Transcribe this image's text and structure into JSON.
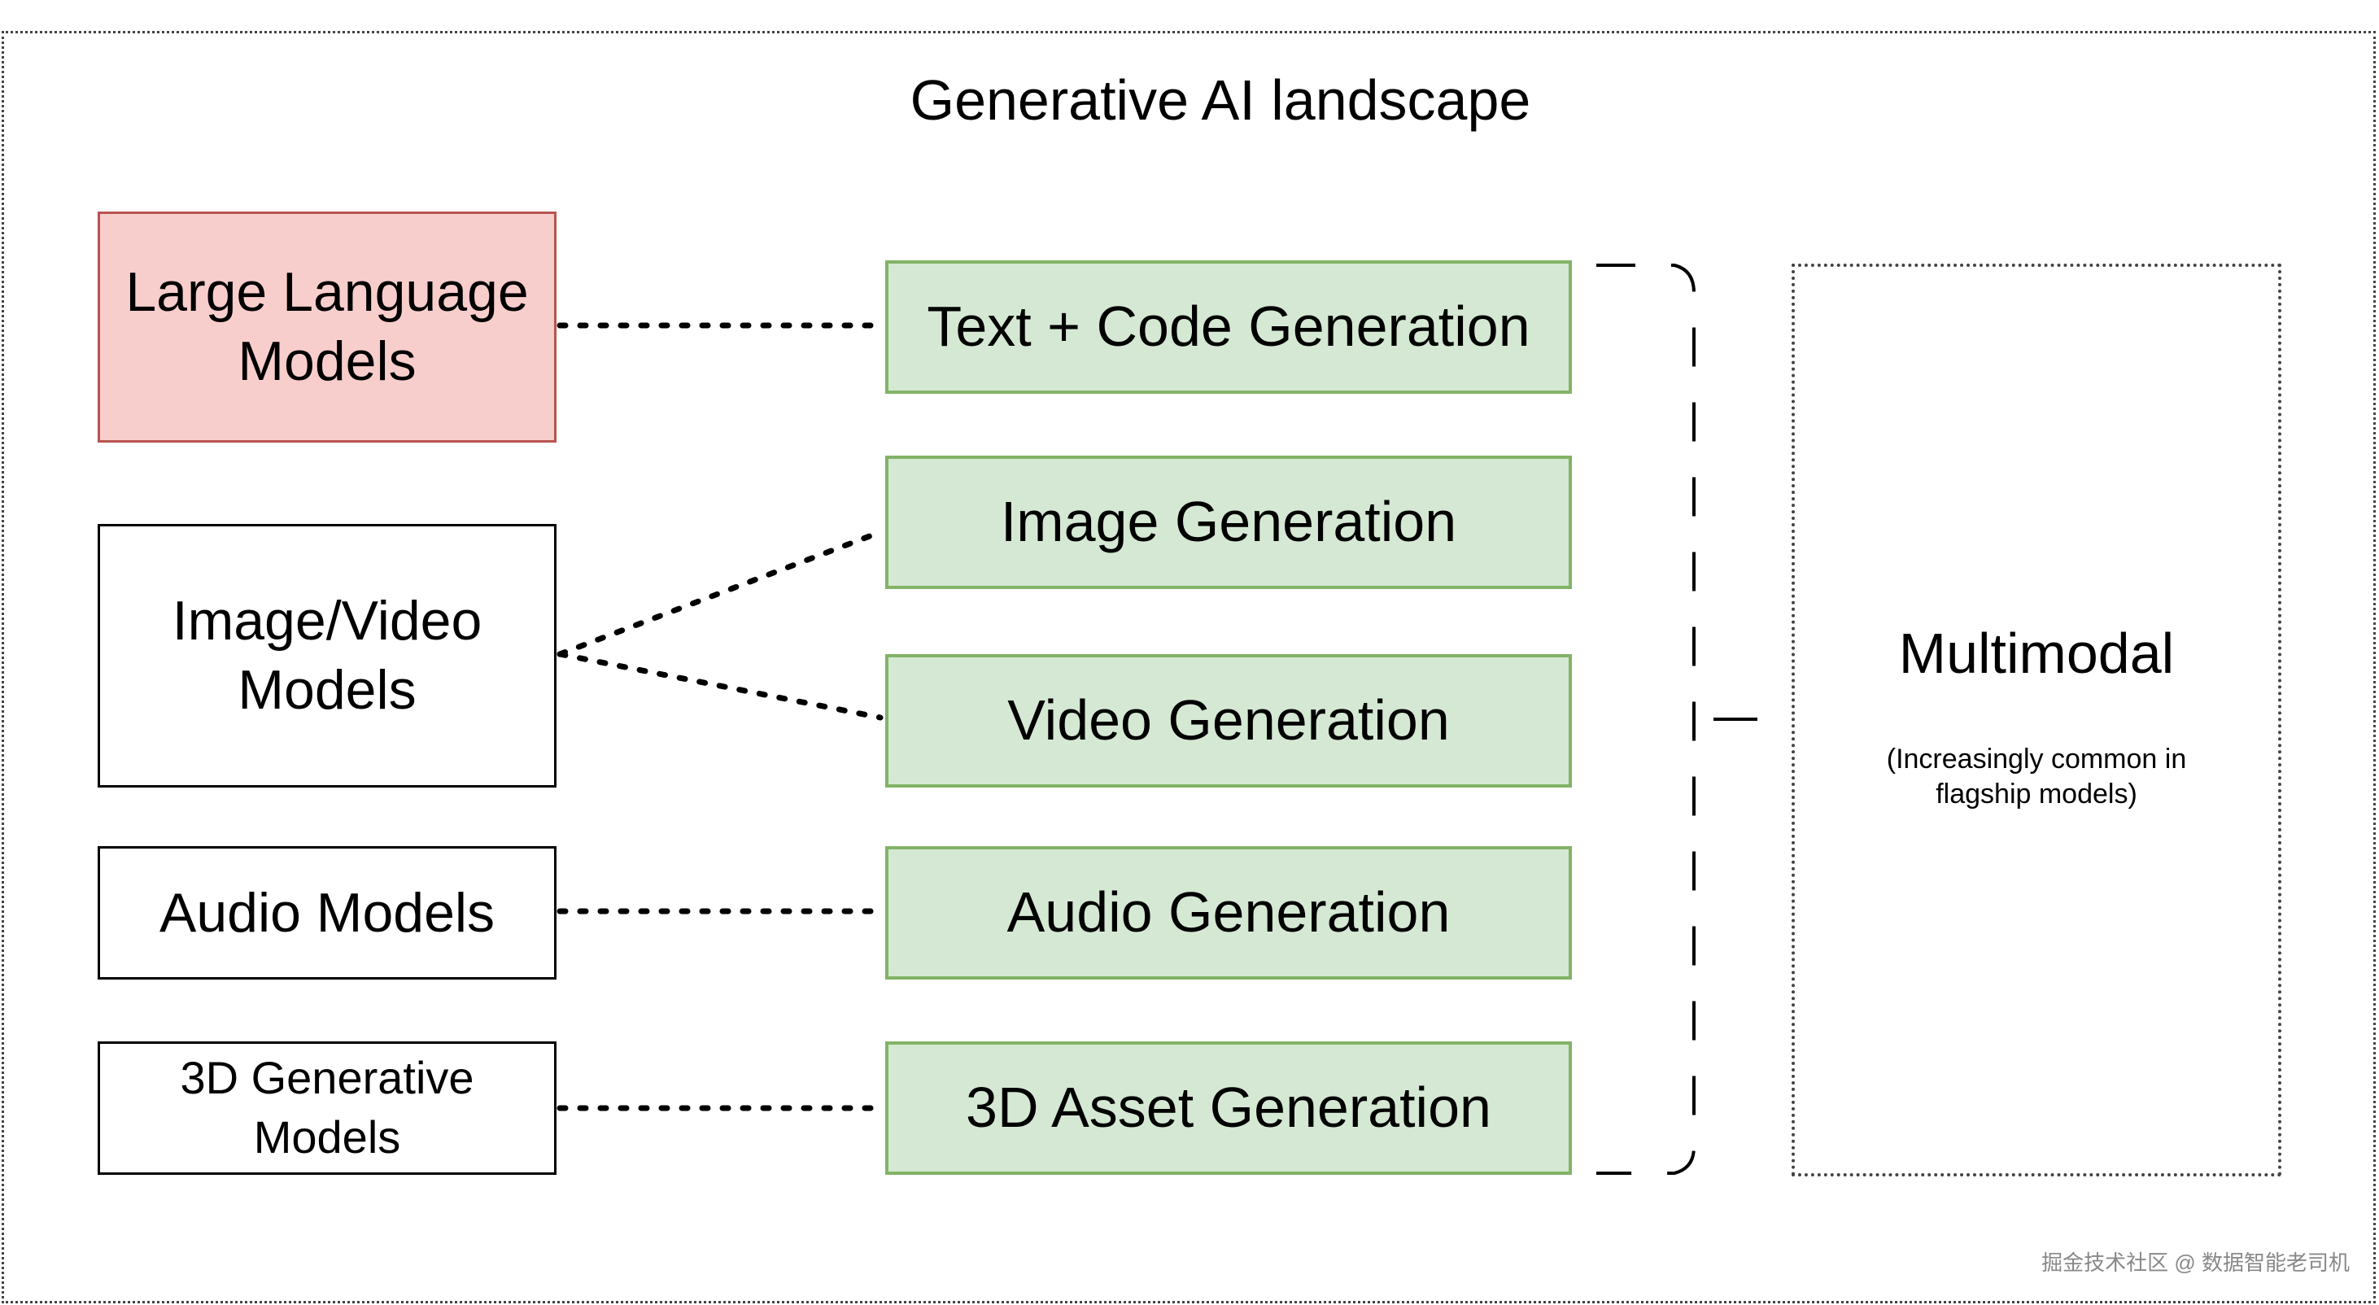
{
  "diagram": {
    "title": "Generative AI landscape",
    "models": [
      {
        "label": "Large Language Models"
      },
      {
        "label": "Image/Video Models"
      },
      {
        "label": "Audio Models"
      },
      {
        "label": "3D Generative Models"
      }
    ],
    "generation": [
      {
        "label": "Text + Code Generation"
      },
      {
        "label": "Image Generation"
      },
      {
        "label": "Video Generation"
      },
      {
        "label": "Audio Generation"
      },
      {
        "label": "3D Asset Generation"
      }
    ],
    "multimodal": {
      "title": "Multimodal",
      "subtitle": "(Increasingly common in flagship models)"
    },
    "colors": {
      "llm_fill": "#f8cecc",
      "llm_border": "#b85450",
      "gen_fill": "#d5e8d4",
      "gen_border": "#82b366"
    }
  },
  "watermark": "掘金技术社区 @ 数据智能老司机"
}
